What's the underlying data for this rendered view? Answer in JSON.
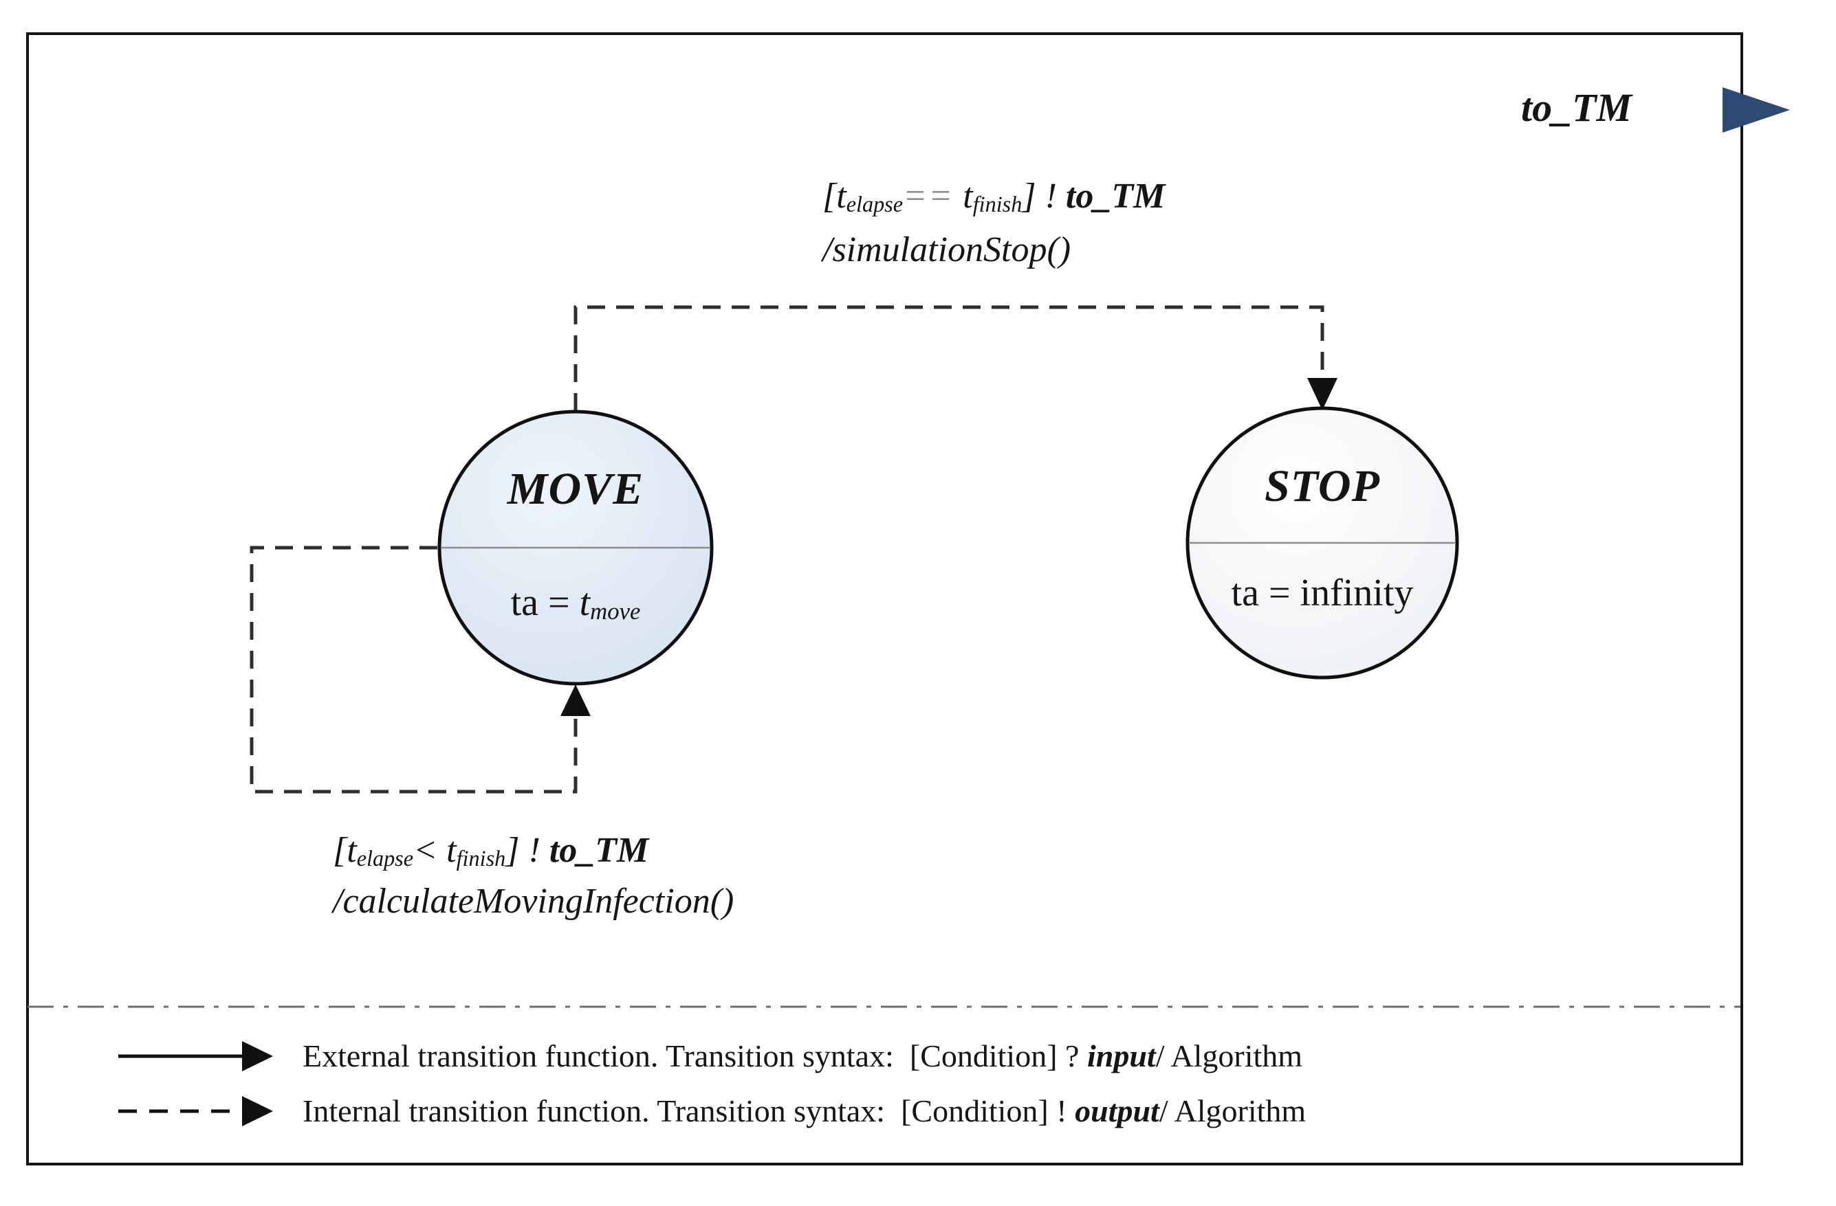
{
  "port": {
    "label": "to_TM",
    "arrow_color": "#2e4a73"
  },
  "states": {
    "move": {
      "name": "MOVE",
      "ta_prefix": "ta = ",
      "ta_var": "t",
      "ta_sub": "move",
      "fill": "#dce6f1"
    },
    "stop": {
      "name": "STOP",
      "ta_text": "ta = infinity",
      "fill": "#f5f7fa"
    }
  },
  "transitions": {
    "move_to_stop": {
      "cond_open": "[t",
      "cond_sub1": "elapse",
      "cond_op": "==",
      "cond_mid": " t",
      "cond_sub2": "finish",
      "cond_close": "] ! ",
      "output": "to_TM",
      "action": "/simulationStop()"
    },
    "move_self": {
      "cond_open": "[t",
      "cond_sub1": "elapse",
      "cond_op": "<",
      "cond_mid": " t",
      "cond_sub2": "finish",
      "cond_close": "] ! ",
      "output": "to_TM",
      "action": "/calculateMovingInfection()"
    }
  },
  "legend": {
    "rows": [
      {
        "style": "solid",
        "pre": "External transition function. Transition syntax:  [Condition] ? ",
        "emph": "input",
        "post": "/ Algorithm"
      },
      {
        "style": "dashed",
        "pre": "Internal transition function. Transition syntax:  [Condition] ! ",
        "emph": "output",
        "post": "/ Algorithm"
      }
    ]
  },
  "colors": {
    "line": "#141414",
    "dashed_transition": "#2f2f2f",
    "divider": "#8c8c8c",
    "separator": "#6e6e6e",
    "move_fill": "#dce6f1",
    "stop_fill": "#f5f7fa",
    "port_arrow": "#2e4a73"
  }
}
